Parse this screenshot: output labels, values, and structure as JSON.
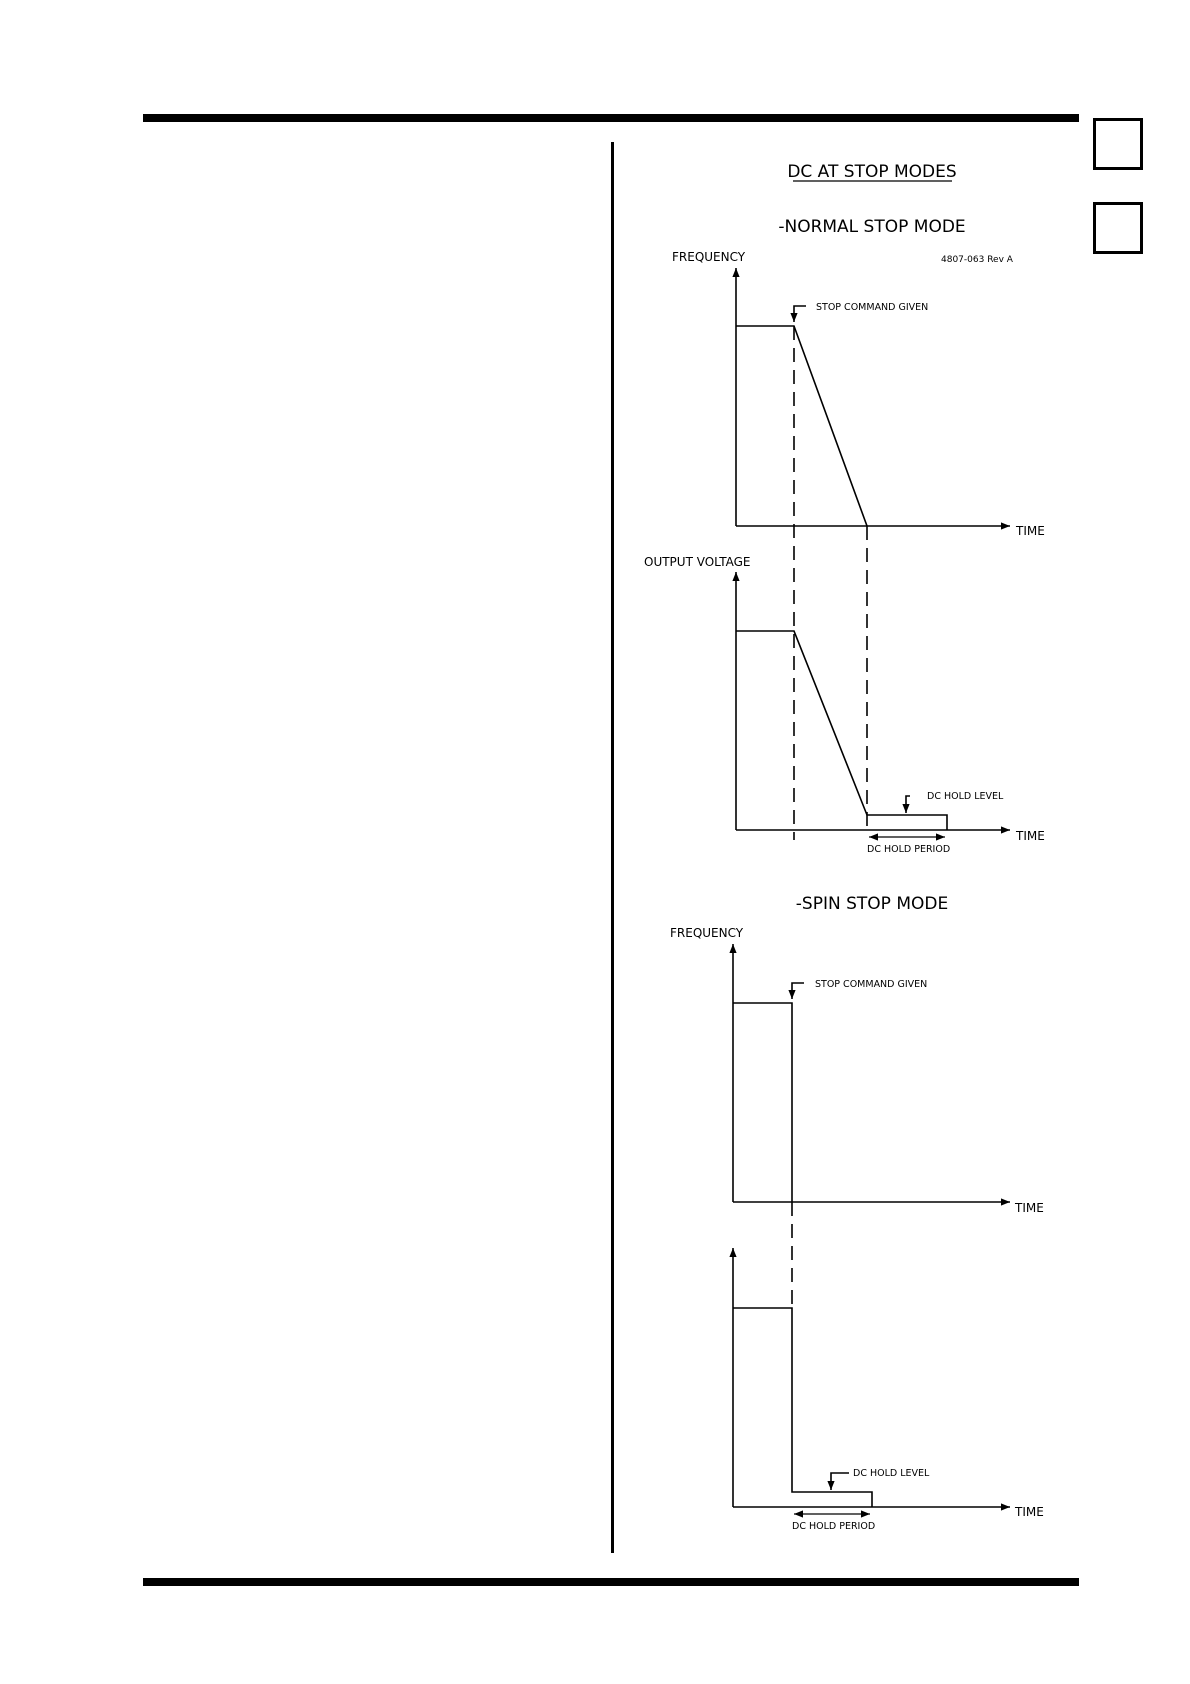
{
  "diagram": {
    "title": "DC AT STOP MODES",
    "drawing_ref": "4807-063 Rev A",
    "normal_stop": {
      "heading": "-NORMAL STOP MODE",
      "freq_axis_label": "FREQUENCY",
      "freq_time_label": "TIME",
      "stop_command_label": "STOP COMMAND GIVEN",
      "volt_axis_label": "OUTPUT VOLTAGE",
      "volt_time_label": "TIME",
      "dc_hold_level_label": "DC HOLD LEVEL",
      "dc_hold_period_label": "DC HOLD PERIOD"
    },
    "spin_stop": {
      "heading": "-SPIN STOP MODE",
      "freq_axis_label": "FREQUENCY",
      "freq_time_label": "TIME",
      "stop_command_label": "STOP COMMAND GIVEN",
      "volt_time_label": "TIME",
      "dc_hold_level_label": "DC HOLD LEVEL",
      "dc_hold_period_label": "DC HOLD PERIOD"
    }
  }
}
